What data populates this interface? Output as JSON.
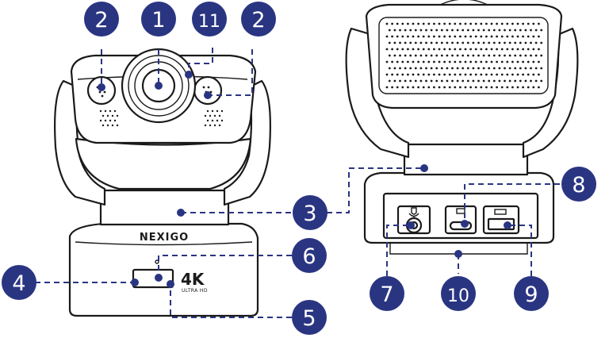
{
  "brand": "NEXIGO",
  "badge": {
    "main": "4K",
    "sub": "ULTRA HD"
  },
  "colors": {
    "callout": "#2a3582",
    "outline": "#1a1a1a",
    "background": "#ffffff"
  },
  "callouts": [
    {
      "id": "c1",
      "label": "1"
    },
    {
      "id": "c2a",
      "label": "2"
    },
    {
      "id": "c2b",
      "label": "2"
    },
    {
      "id": "c3",
      "label": "3"
    },
    {
      "id": "c4",
      "label": "4"
    },
    {
      "id": "c5",
      "label": "5"
    },
    {
      "id": "c6",
      "label": "6"
    },
    {
      "id": "c7",
      "label": "7"
    },
    {
      "id": "c8",
      "label": "8"
    },
    {
      "id": "c9",
      "label": "9"
    },
    {
      "id": "c10",
      "label": "10"
    },
    {
      "id": "c11",
      "label": "11"
    }
  ]
}
